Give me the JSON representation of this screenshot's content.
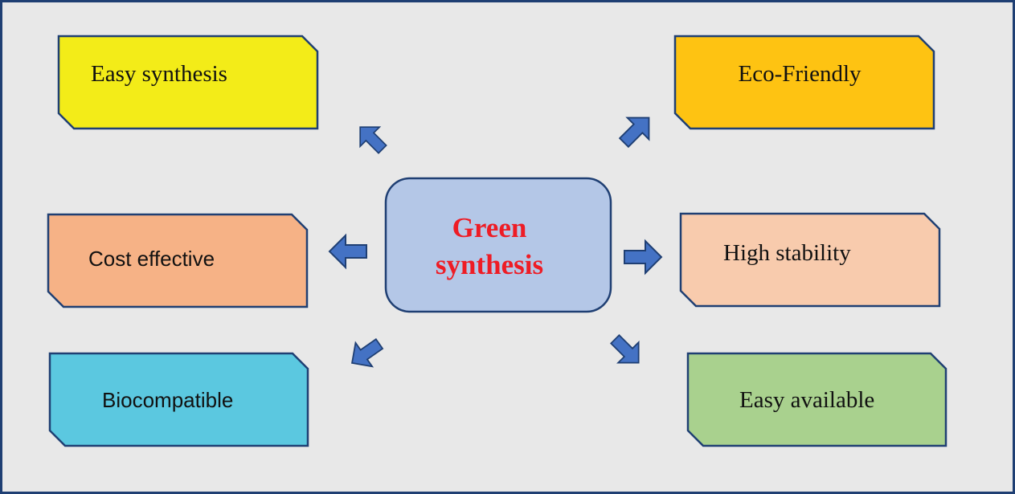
{
  "center": {
    "line1": "Green",
    "line2": "synthesis",
    "fill": "#b4c7e7",
    "text_color": "#ee1c25"
  },
  "boxes": [
    {
      "label": "Easy synthesis",
      "fill": "#f3ec18"
    },
    {
      "label": "Eco-Friendly",
      "fill": "#fec312"
    },
    {
      "label": "Cost effective",
      "fill": "#f6b286"
    },
    {
      "label": "High stability",
      "fill": "#f8cbad"
    },
    {
      "label": "Biocompatible",
      "fill": "#5bc8e0"
    },
    {
      "label": "Easy available",
      "fill": "#a9d18e"
    }
  ],
  "colors": {
    "border": "#1f3f73",
    "arrow": "#4472c4",
    "background": "#e8e8e8"
  }
}
